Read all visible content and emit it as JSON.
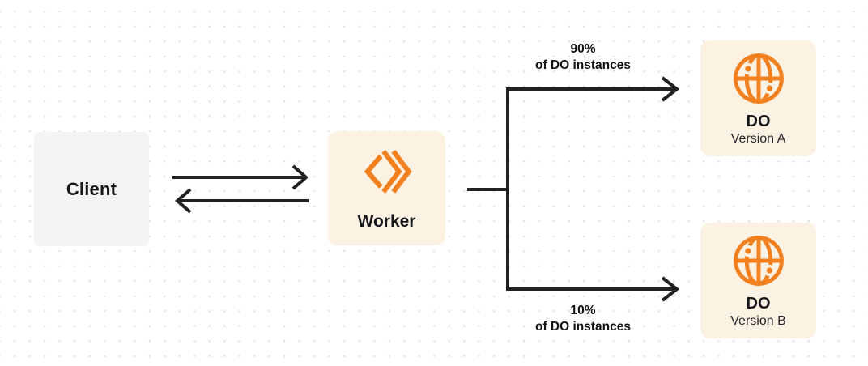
{
  "colors": {
    "background": "#FFFFFF",
    "dot_grid": "#E4E4E5",
    "accent_orange": "#F3801F",
    "node_fill_cream": "#FBF2E3",
    "node_fill_gray": "#F4F4F5",
    "connector_dark": "#212121",
    "text_dark": "#18181B"
  },
  "icons": {
    "worker": "cloudflare-workers-icon",
    "durable_object": "durable-object-globe-icon"
  },
  "nodes": {
    "client": {
      "label": "Client"
    },
    "worker": {
      "label": "Worker"
    },
    "do_version_a": {
      "title": "DO",
      "subtitle": "Version A"
    },
    "do_version_b": {
      "title": "DO",
      "subtitle": "Version B"
    }
  },
  "edges": {
    "split_top": {
      "percent": "90%",
      "caption": "of DO instances"
    },
    "split_bottom": {
      "percent": "10%",
      "caption": "of DO instances"
    }
  }
}
